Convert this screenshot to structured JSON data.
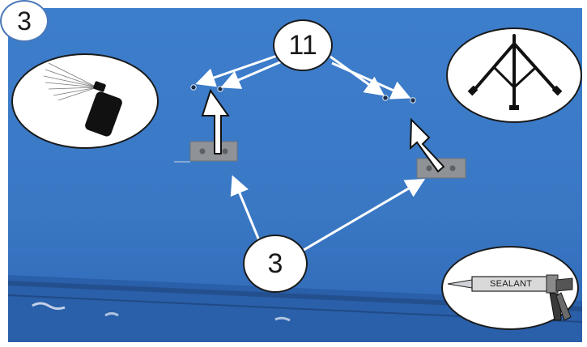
{
  "step_number": "3",
  "callouts": {
    "hole_count": "11",
    "bracket_count": "3",
    "sealant_label": "SEALANT"
  },
  "icons": [
    "spray-paint-can-icon",
    "tripod-stand-icon",
    "sealant-caulk-gun-icon"
  ],
  "colors": {
    "panel_blue": "#3f7cc8",
    "bracket_gray": "#8f9296",
    "callout_border": "#1a1a1a"
  }
}
